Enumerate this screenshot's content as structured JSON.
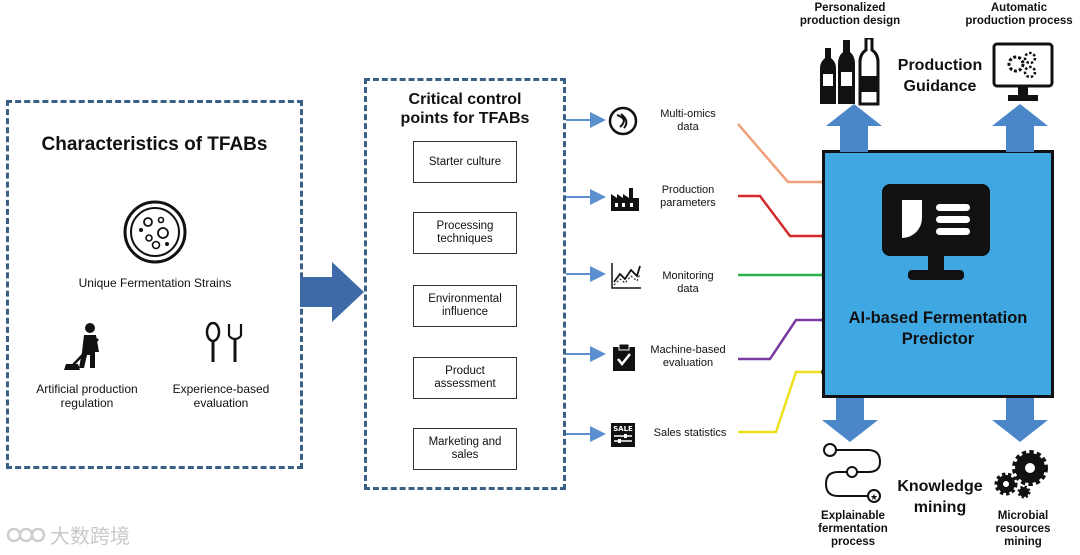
{
  "left_panel": {
    "title": "Characteristics of TFABs",
    "strain_label": "Unique Fermentation Strains",
    "regulation_label": [
      "Artificial production",
      "regulation"
    ],
    "evaluation_label": [
      "Experience-based",
      "evaluation"
    ]
  },
  "middle_panel": {
    "title": [
      "Critical control",
      "points for TFABs"
    ],
    "boxes": [
      [
        "Starter culture"
      ],
      [
        "Processing",
        "techniques"
      ],
      [
        "Environmental",
        "influence"
      ],
      [
        "Product",
        "assessment"
      ],
      [
        "Marketing and",
        "sales"
      ]
    ]
  },
  "data_sources": [
    {
      "label": [
        "Multi-omics",
        "data"
      ],
      "icon": "dna-circle-icon"
    },
    {
      "label": [
        "Production",
        "parameters"
      ],
      "icon": "factory-icon"
    },
    {
      "label": [
        "Monitoring",
        "data"
      ],
      "icon": "line-chart-icon"
    },
    {
      "label": [
        "Machine-based",
        "evaluation"
      ],
      "icon": "clipboard-check-icon"
    },
    {
      "label": [
        "Sales statistics"
      ],
      "icon": "sale-board-icon"
    }
  ],
  "predictor": {
    "label": [
      "AI-based Fermentation",
      "Predictor"
    ],
    "icon": "monitor-chart-icon",
    "fill": "#3fa7e2"
  },
  "outputs_top": {
    "personalized": [
      "Personalized",
      "production design"
    ],
    "automatic": [
      "Automatic",
      "production process"
    ],
    "guidance": [
      "Production",
      "Guidance"
    ]
  },
  "outputs_bottom": {
    "explainable": [
      "Explainable",
      "fermentation",
      "process"
    ],
    "microbial": [
      "Microbial",
      "resources",
      "mining"
    ],
    "knowledge": [
      "Knowledge",
      "mining"
    ]
  },
  "watermark": "大数跨境",
  "colors": {
    "dash": "#3a5f86",
    "arrow_blue": "#4a86c8",
    "wire_multiomics": "#f0a07a",
    "wire_production": "#d42a2a",
    "wire_monitoring": "#2bb34a",
    "wire_machine": "#7a3aa0",
    "wire_sales": "#eee020"
  }
}
